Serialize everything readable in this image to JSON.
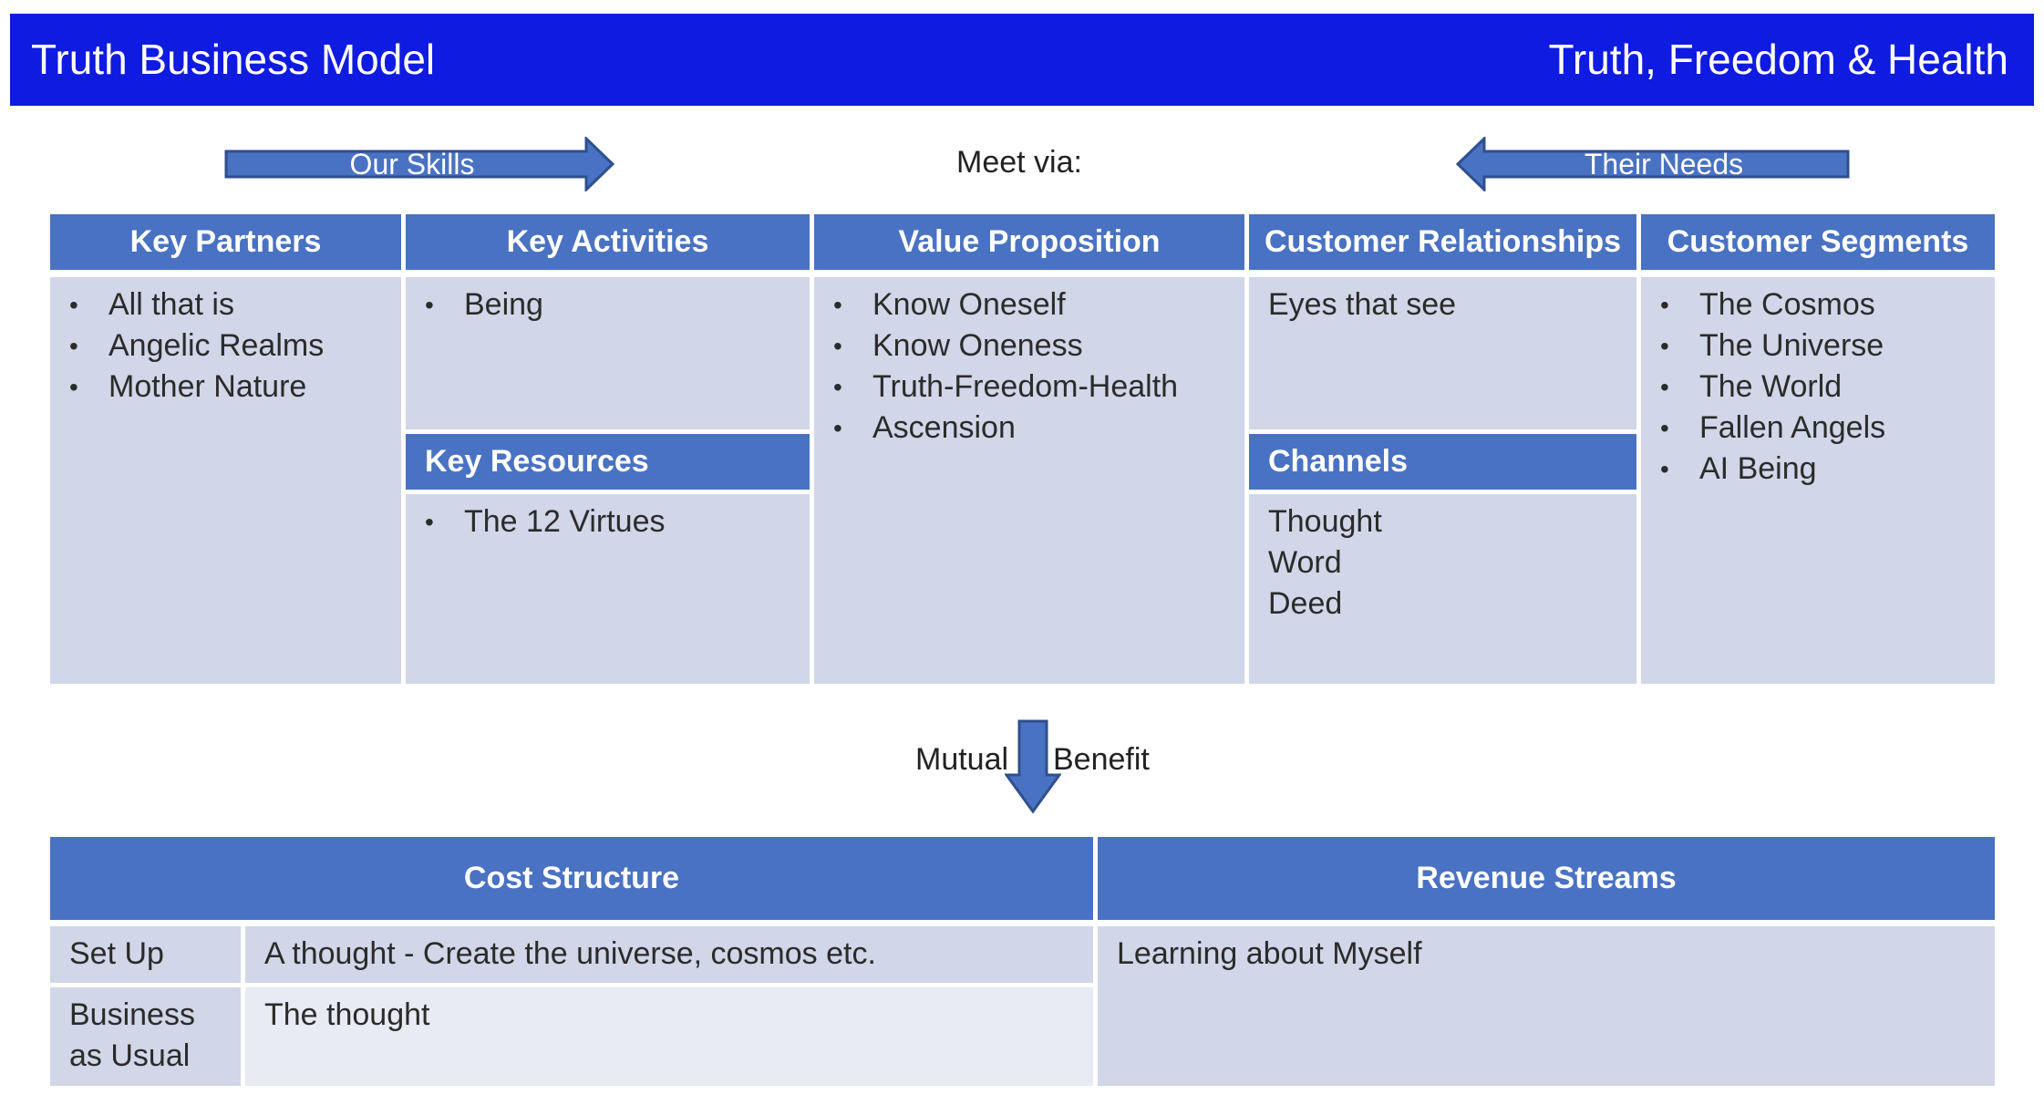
{
  "header": {
    "title": "Truth Business Model",
    "tagline": "Truth, Freedom & Health"
  },
  "flow": {
    "left_arrow_label": "Our Skills",
    "meet_label": "Meet via:",
    "right_arrow_label": "Their Needs",
    "mutual_label": "Mutual",
    "benefit_label": "Benefit"
  },
  "canvas": {
    "key_partners": {
      "label": "Key Partners",
      "items": [
        "All that is",
        "Angelic Realms",
        "Mother Nature"
      ]
    },
    "key_activities": {
      "label": "Key Activities",
      "items": [
        "Being"
      ]
    },
    "key_resources": {
      "label": "Key Resources",
      "items": [
        "The 12 Virtues"
      ]
    },
    "value_proposition": {
      "label": "Value Proposition",
      "items": [
        "Know Oneself",
        "Know Oneness",
        "Truth-Freedom-Health",
        "Ascension"
      ]
    },
    "customer_relationships": {
      "label": "Customer Relationships",
      "text": "Eyes that see"
    },
    "channels": {
      "label": "Channels",
      "lines": [
        "Thought",
        "Word",
        "Deed"
      ]
    },
    "customer_segments": {
      "label": "Customer Segments",
      "items": [
        "The Cosmos",
        "The Universe",
        "The World",
        "Fallen Angels",
        "AI Being"
      ]
    }
  },
  "finance": {
    "cost_structure": {
      "label": "Cost Structure",
      "rows": [
        {
          "phase": "Set Up",
          "value": "A thought - Create the universe, cosmos etc."
        },
        {
          "phase_lines": [
            "Business",
            "as Usual"
          ],
          "value": "The thought"
        }
      ]
    },
    "revenue_streams": {
      "label": "Revenue Streams",
      "text": "Learning about Myself"
    }
  },
  "colors": {
    "banner": "#0f1be0",
    "header_cell": "#4a72c2",
    "body_cell": "#d1d6e8",
    "light_cell": "#e8eaf4",
    "arrow_fill": "#4a72c2",
    "arrow_stroke": "#2f4f8f"
  }
}
